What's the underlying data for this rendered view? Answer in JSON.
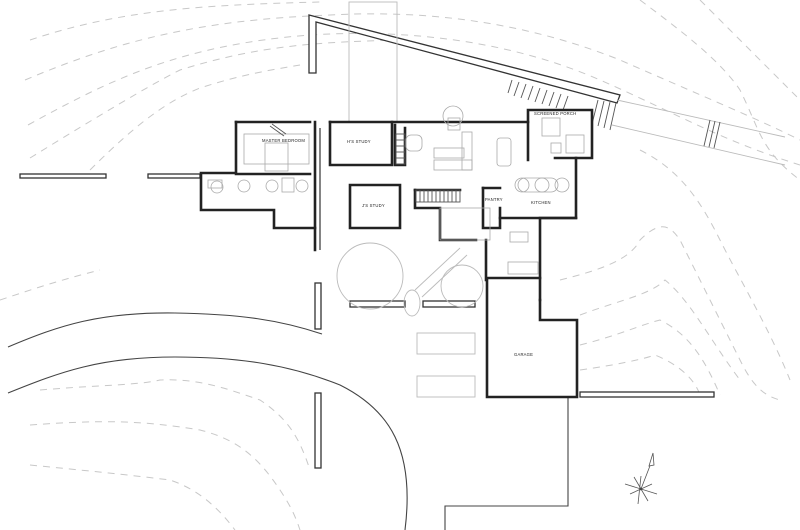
{
  "drawing": {
    "type": "site-floor-plan",
    "rooms": {
      "master_bedroom": "MASTER BEDROOM",
      "his_study": "H'S STUDY",
      "js_study": "J'S STUDY",
      "screened_porch": "SCREENED PORCH",
      "kitchen": "KITCHEN",
      "pantry": "PANTRY",
      "garage": "GARAGE"
    },
    "north_arrow": "north-arrow-icon",
    "colors": {
      "wall": "#222222",
      "contour": "#c8c8c8",
      "fixture": "#aaaaaa",
      "background": "#ffffff"
    }
  }
}
